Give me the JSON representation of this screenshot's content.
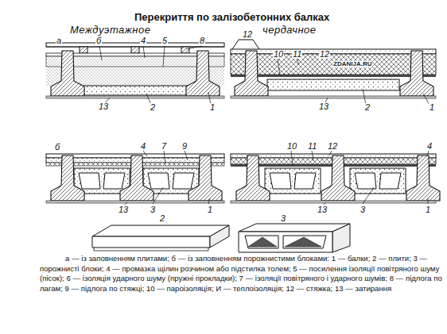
{
  "diagram": {
    "title": "Перекриття по залізобетонних балках",
    "caption": "а — із заповненням плитами; б — із заповненням порожнистими блоками: 1 — балки; 2 — плити; 3 — порожнисті блоки; 4 — промазка щілин розчином або підстилка толем; 5 — посилення ізоляції повітряного шуму (пісок); 6 — ізоляція ударного шуму (пружні прокладки); 7 — ізоляції повітряного і ударного шумів; 8 — підлога по лагам; 9 — підлога по стяжці; 10 — пароізоляція; И — теплоізоляція; 12 — стяжка; 13 — затирання",
    "labels": [
      "Междуэтажное",
      "чердачное",
      "а",
      "б",
      "4",
      "5",
      "8",
      "12",
      "10",
      "11",
      "12",
      "ZDANIJA.RU",
      "13",
      "2",
      "1",
      "13",
      "2",
      "1",
      "б",
      "4",
      "7",
      "9",
      "10",
      "11",
      "12",
      "4",
      "13",
      "3",
      "1",
      "13",
      "3",
      "1",
      "2",
      "3"
    ]
  }
}
